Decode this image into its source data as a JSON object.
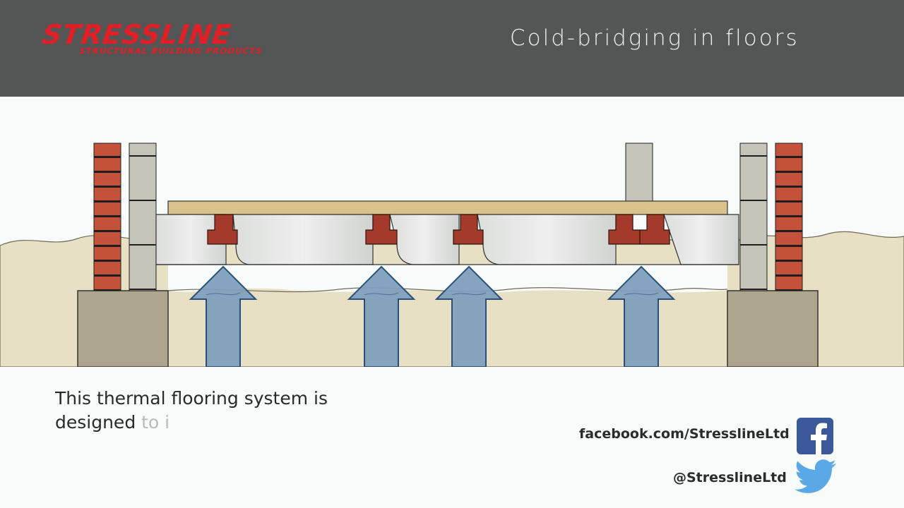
{
  "header": {
    "brand_name": "STRESSLINE",
    "brand_tagline": "STRUCTURAL BUILDING PRODUCTS",
    "title": "Cold-bridging  in floors"
  },
  "diagram": {
    "description_icons": [
      "brick-wall",
      "block-wall",
      "foundation",
      "floor-deck",
      "insulation-panel",
      "concrete-beam",
      "heat-arrow"
    ],
    "colors": {
      "brick": "#c4523a",
      "block": "#c5c4b8",
      "ground": "#e8e0c4",
      "foundation": "#ada58c",
      "deck": "#d9c38a",
      "insulation": "#e4e6e4",
      "beam": "#a33a2a",
      "arrow": "#7f9fbd"
    }
  },
  "caption": {
    "line1": "This thermal flooring system is",
    "line2_visible": "designed",
    "line2_faded": " to i"
  },
  "social": {
    "facebook": "facebook.com/StresslineLtd",
    "twitter": "@StresslineLtd"
  }
}
